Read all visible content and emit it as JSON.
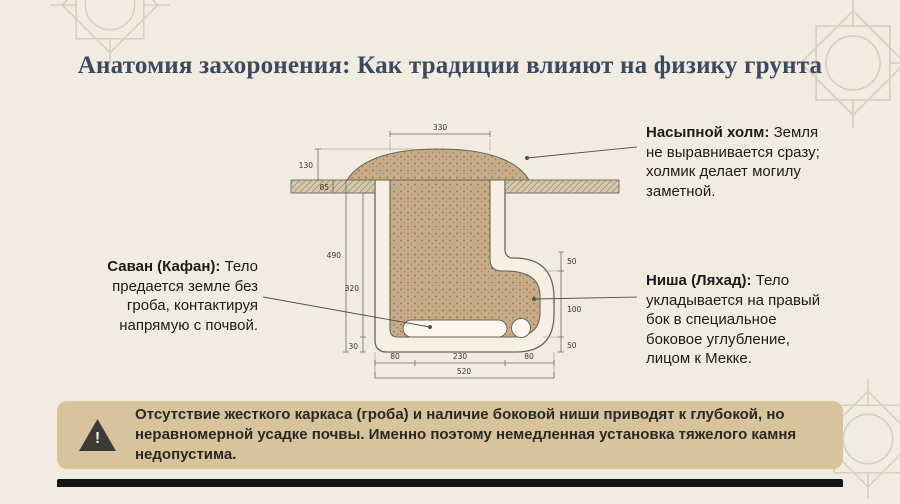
{
  "page": {
    "title": "Анатомия захоронения: Как традиции влияют на физику грунта"
  },
  "annotations": {
    "mound": {
      "heading": "Насыпной холм:",
      "body": "Земля не выравнивается сразу; холмик делает могилу заметной."
    },
    "shroud": {
      "heading": "Саван (Кафан):",
      "body": "Тело предается земле без гроба, контактируя напрямую с почвой."
    },
    "niche": {
      "heading": "Ниша (Ляхад):",
      "body": "Тело укладывается на правый бок в специальное боковое углубление, лицом к Мекке."
    }
  },
  "diagram": {
    "dimensions": {
      "top_width": "330",
      "mound_height": "130",
      "ground_thickness": "85",
      "total_depth": "490",
      "shaft_depth": "320",
      "floor_offset": "30",
      "niche_upper": "50",
      "niche_height": "100",
      "niche_lower": "50",
      "bottom_left": "80",
      "bottom_middle": "230",
      "bottom_right": "80",
      "total_width": "520"
    }
  },
  "warning": {
    "icon_symbol": "!",
    "text": "Отсутствие жесткого каркаса (гроба) и наличие боковой ниши приводят к глубокой, но неравномерной усадке почвы. Именно поэтому немедленная установка тяжелого камня недопустима."
  },
  "colors": {
    "background": "#f1ece1",
    "title": "#3d4960",
    "soil": "#c7ad87",
    "banner": "#d7c49d",
    "outline": "#6a665c",
    "bottom_bar": "#151515"
  }
}
